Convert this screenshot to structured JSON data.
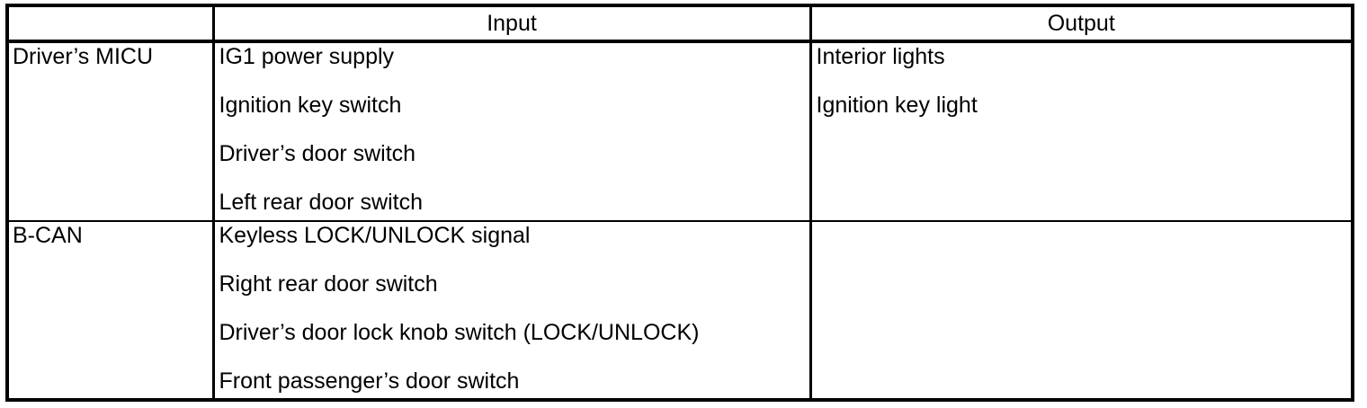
{
  "table": {
    "headers": {
      "source": "",
      "input": "Input",
      "output": "Output"
    },
    "rows": [
      {
        "source": "Driver’s MICU",
        "inputs": [
          "IG1 power supply",
          "Ignition key switch",
          "Driver’s door switch",
          "Left rear door switch"
        ],
        "outputs": [
          "Interior lights",
          "Ignition key light"
        ]
      },
      {
        "source": "B-CAN",
        "inputs": [
          "Keyless LOCK/UNLOCK signal",
          "Right rear door switch",
          "Driver’s door lock knob switch (LOCK/UNLOCK)",
          "Front passenger’s door switch"
        ],
        "outputs": []
      }
    ]
  },
  "colors": {
    "border": "#000000",
    "text": "#000000",
    "background": "#ffffff"
  }
}
